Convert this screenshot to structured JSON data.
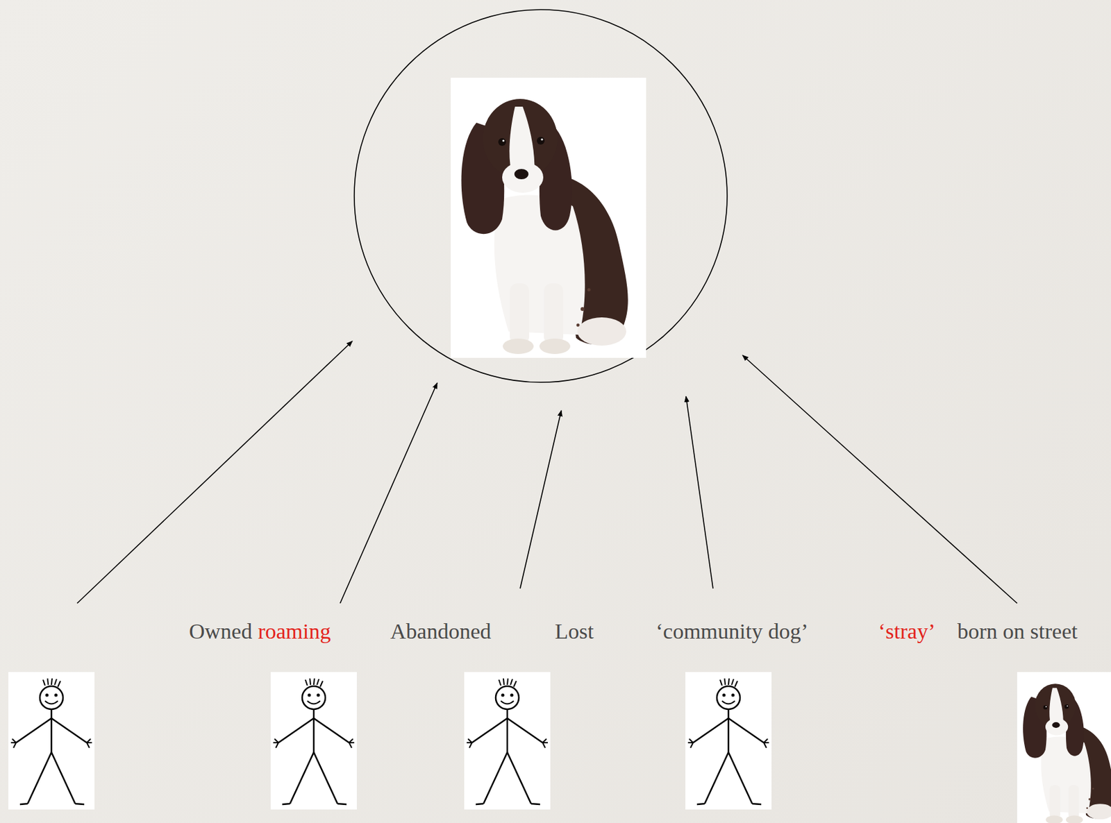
{
  "diagram": {
    "labels": [
      "Owned",
      "roaming",
      "Abandoned",
      "Lost",
      "‘community dog’",
      "‘stray’",
      "born on street"
    ]
  }
}
